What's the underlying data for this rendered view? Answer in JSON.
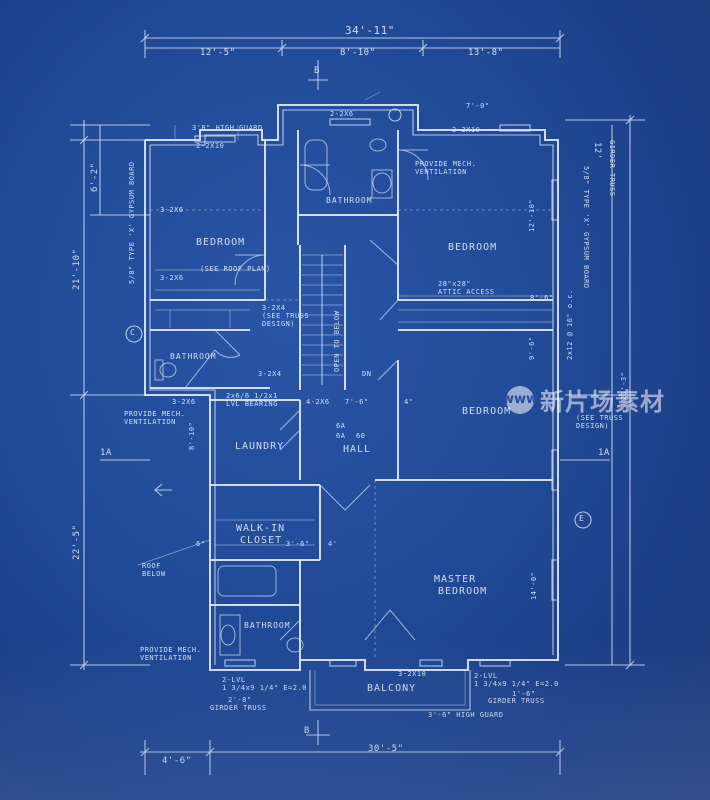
{
  "drawing": {
    "overall_width": "34'-11\"",
    "width_left": "12'-5\"",
    "width_mid": "8'-10\"",
    "width_right": "13'-8\"",
    "bottom_left": "4'-6\"",
    "bottom_overall": "30'-5\"",
    "left_top": "6'-2\"",
    "left_upper": "21'-10\"",
    "left_lower": "22'-5\"",
    "right_top": "12'",
    "section_marker_top": "B",
    "section_marker_bottom": "B",
    "section_marker_left": "1A",
    "section_marker_right": "1A",
    "circle_c": "C",
    "circle_e": "E"
  },
  "rooms": {
    "bedroom_nw": "BEDROOM",
    "bedroom_ne": "BEDROOM",
    "bedroom_e": "BEDROOM",
    "bathroom_top": "BATHROOM",
    "bathroom_w": "BATHROOM",
    "bathroom_s": "BATHROOM",
    "laundry": "LAUNDRY",
    "hall": "HALL",
    "walkin_1": "WALK-IN",
    "walkin_2": "CLOSET",
    "master_1": "MASTER",
    "master_2": "BEDROOM",
    "balcony": "BALCONY",
    "open_to_below": "OPEN TO BELOW"
  },
  "notes": {
    "hi_guard_nw": "3'8\" HIGH GUARD",
    "header_nw": "2-2X10",
    "header_top": "2-2X6",
    "header_ne": "3-2X10",
    "dim_ne_top": "7'-0\"",
    "vent_top": "PROVIDE MECH.\nVENTILATION",
    "vent_w": "PROVIDE MECH.\nVENTILATION",
    "vent_s": "PROVIDE MECH.\nVENTILATION",
    "gypsum_left": "5/8\" TYPE 'X' GYPSUM BOARD",
    "gypsum_right": "5/8\" TYPE 'X' GYPSUM BOARD",
    "see_roof_plan": "(SEE ROOF PLAN)",
    "attic_access": "28\"x28\"\nATTIC ACCESS",
    "beam_nw": "3-2X6",
    "beam_nw2": "3-2X6",
    "beam_note": "3-2X4\n(SEE TRUSS\nDESIGN)",
    "beam_mid": "3-2X4",
    "beam_mid2": "4-2X6",
    "beam_w": "3-2X6",
    "hdr_lvl": "2x6/6 1/2x1\nLVL BEARING",
    "dim_7_6": "7'-6\"",
    "dim_4": "4\"",
    "dim_4b": "4'",
    "dim_6": "6\"",
    "dim_3_6": "3'-6\"",
    "dim_8_6": "8'-6\"",
    "roof_below": "ROOF\nBELOW",
    "girder_truss_l": "GIRDER TRUSS",
    "girder_truss_r": "GIRDER TRUSS",
    "guard_bottom": "3'-6\" HIGH GUARD",
    "header_bot": "3-2X10",
    "lvl_l": "2-LVL\n1 3/4x9 1/4\" E=2.0",
    "lvl_r": "2-LVL\n1 3/4x9 1/4\" E=2.0",
    "dim_bot_l": "2'-8\"",
    "dim_bot_r": "1'-6\"",
    "dim_12_10": "12'-10\"",
    "dim_14": "14'-0\"",
    "dim_9_6": "9'-6\"",
    "joist_note": "2x12 @ 16\" o.c.",
    "truss_above": "(SEE TRUSS\nDESIGN)",
    "girder_ne": "GIRDER TRUSS",
    "dim_21_3": "21'-3\"",
    "dim_8_10": "8'-10\"",
    "ceiling_6": "6A",
    "ceiling_6b": "6A",
    "ceiling_60": "60",
    "up_dn": "DN"
  },
  "watermark": {
    "logo_text": "www",
    "text": "新片场素材"
  }
}
